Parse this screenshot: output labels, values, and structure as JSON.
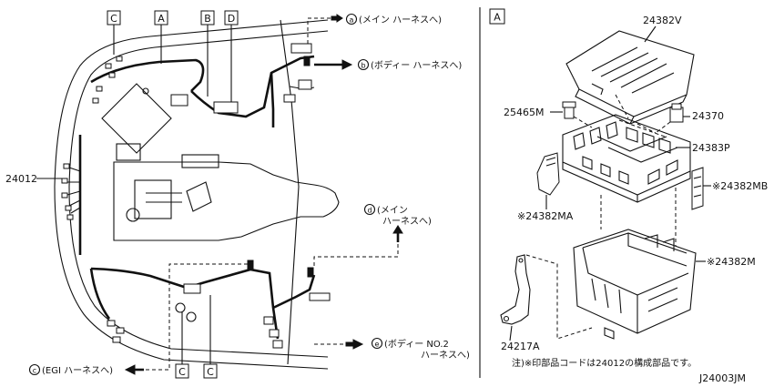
{
  "left": {
    "callouts": [
      "C",
      "A",
      "B",
      "D",
      "C",
      "C"
    ],
    "harness_label": "24012",
    "destinations": {
      "a": {
        "circle": "a",
        "text": "(メイン ハーネスへ)"
      },
      "b": {
        "circle": "b",
        "text": "(ボディー ハーネスへ)"
      },
      "d": {
        "circle": "d",
        "text_line1": "(メイン",
        "text_line2": "ハーネスへ)"
      },
      "e": {
        "circle": "e",
        "text_line1": "(ボディー NO.2",
        "text_line2": "ハーネスへ)"
      },
      "c": {
        "circle": "c",
        "text": "(EGI ハーネスへ)"
      }
    }
  },
  "right": {
    "section_label": "A",
    "parts": {
      "p24382V": "24382V",
      "p25465M": "25465M",
      "p24370": "24370",
      "p24383P": "24383P",
      "p24382MB": "※24382MB",
      "p24382MA": "※24382MA",
      "p24382M": "※24382M",
      "p24217A": "24217A"
    },
    "note": "注)※印部品コードは24012の構成部品です。"
  },
  "drawing_id": "J24003JM"
}
